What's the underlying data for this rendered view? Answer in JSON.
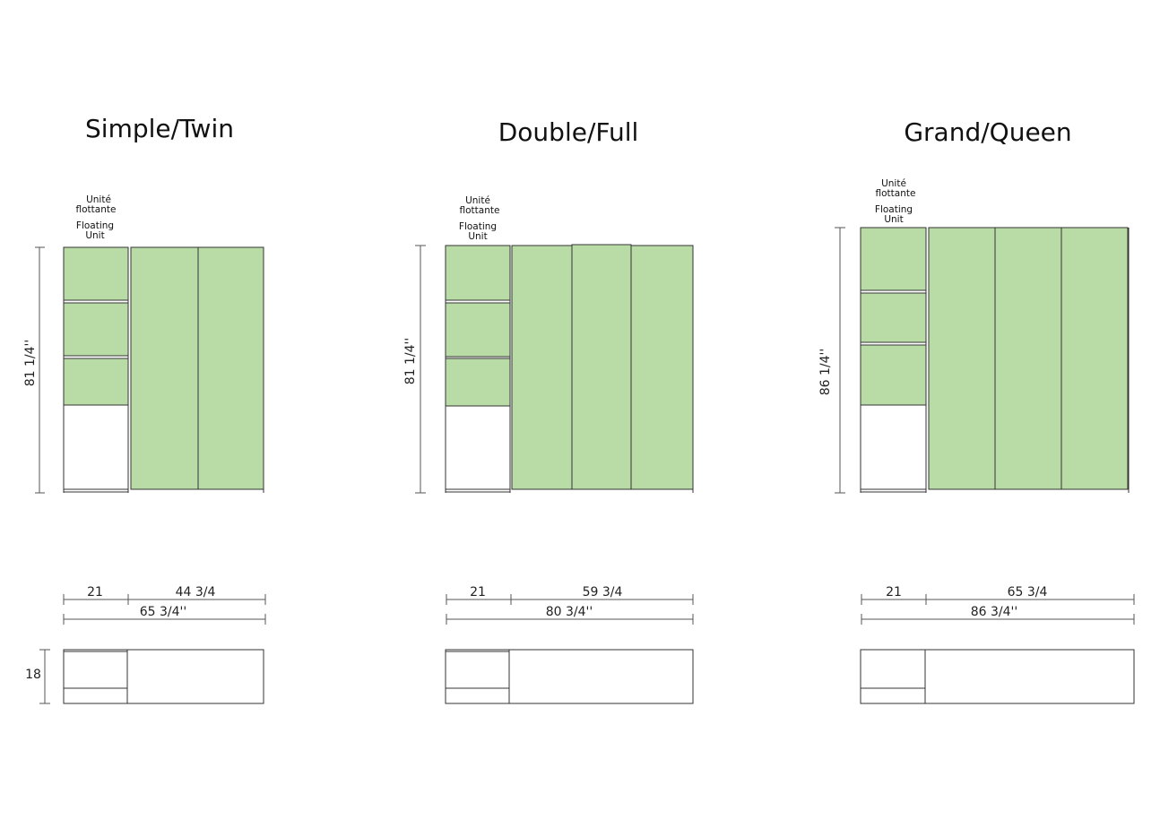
{
  "colors": {
    "panel_fill": "#b9dca7",
    "open_fill": "#ffffff",
    "line": "#333333"
  },
  "units": [
    {
      "title": "Simple/Twin",
      "label_fr": [
        "Unité",
        "flottante"
      ],
      "label_en": [
        "Floating",
        "Unit"
      ],
      "height_label": "81 1/4''",
      "shelf_width_label": "21",
      "rest_width_label": "44 3/4",
      "total_width_label": "65 3/4''",
      "depth_label": "18",
      "door_panels": 2
    },
    {
      "title": "Double/Full",
      "label_fr": [
        "Unité",
        "flottante"
      ],
      "label_en": [
        "Floating",
        "Unit"
      ],
      "height_label": "81 1/4''",
      "shelf_width_label": "21",
      "rest_width_label": "59 3/4",
      "total_width_label": "80 3/4''",
      "depth_label": "",
      "door_panels": 3
    },
    {
      "title": "Grand/Queen",
      "label_fr": [
        "Unité",
        "flottante"
      ],
      "label_en": [
        "Floating",
        "Unit"
      ],
      "height_label": "86 1/4''",
      "shelf_width_label": "21",
      "rest_width_label": "65 3/4",
      "total_width_label": "86 3/4''",
      "depth_label": "",
      "door_panels": 3
    }
  ]
}
